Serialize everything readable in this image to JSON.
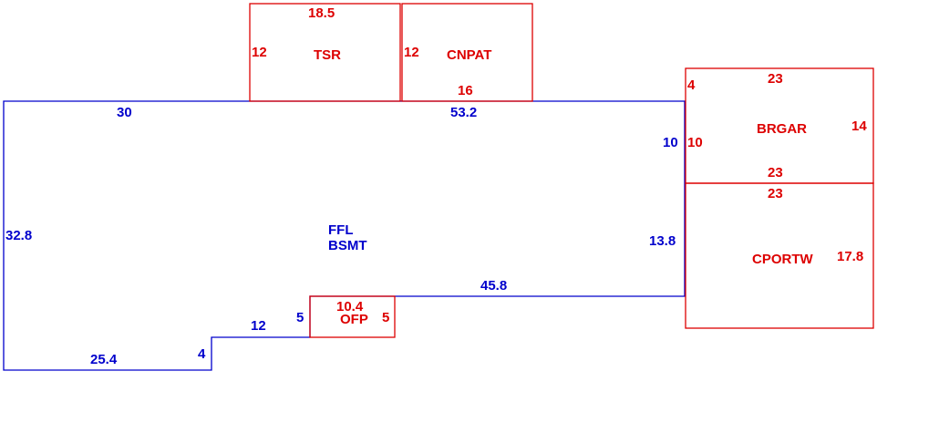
{
  "colors": {
    "main": "#0000cc",
    "addition": "#dd0000",
    "background": "#ffffff"
  },
  "main_area": {
    "name_line1": "FFL",
    "name_line2": "BSMT",
    "dims": {
      "top_left": "30",
      "top_right": "53.2",
      "left": "32.8",
      "right_upper": "10",
      "right_lower": "13.8",
      "bottom_step_top": "45.8",
      "notch_height": "5",
      "notch_width": "12",
      "step_height": "4",
      "bottom_left": "25.4"
    }
  },
  "additions": {
    "tsr": {
      "name": "TSR",
      "top": "18.5",
      "left": "12"
    },
    "cnpat": {
      "name": "CNPAT",
      "left": "12",
      "bottom": "16"
    },
    "brgar": {
      "name": "BRGAR",
      "top": "23",
      "left_top": "4",
      "left": "10",
      "right": "14",
      "bottom": "23"
    },
    "cportw": {
      "name": "CPORTW",
      "top": "23",
      "right": "17.8"
    },
    "ofp": {
      "name": "OFP",
      "top": "10.4",
      "right": "5"
    }
  }
}
